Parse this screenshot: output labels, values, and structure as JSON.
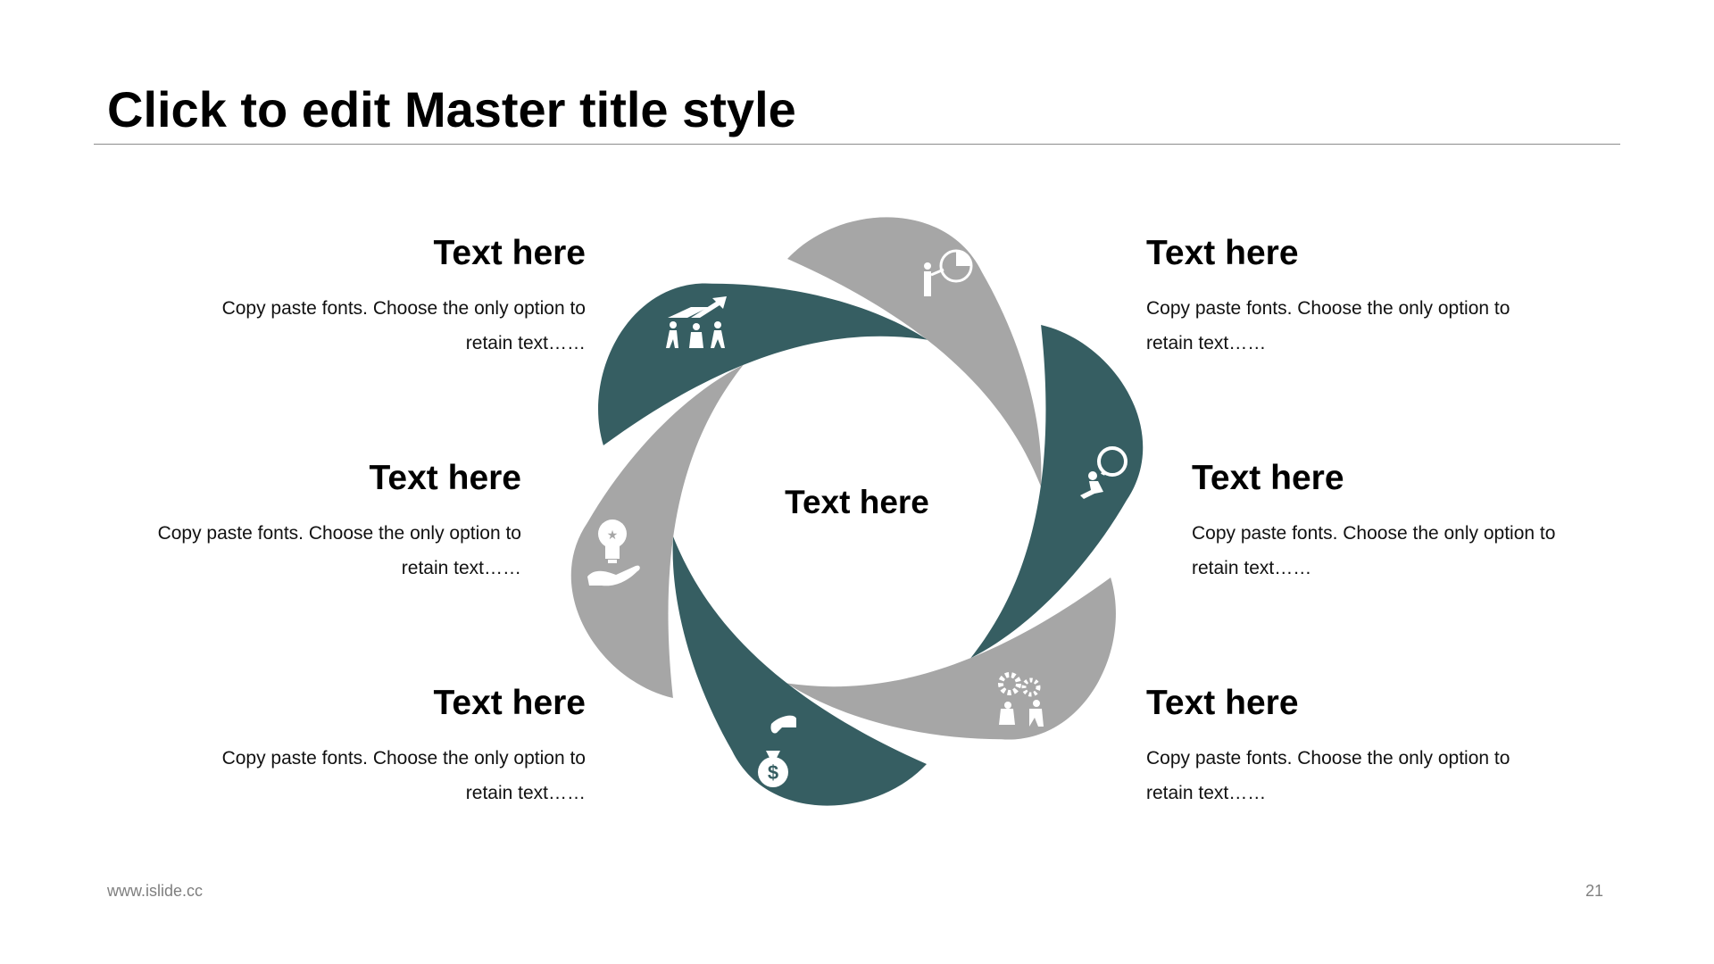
{
  "title": "Click to edit Master title style",
  "center_label": "Text here",
  "colors": {
    "dark": "#365e62",
    "gray": "#a6a6a6"
  },
  "items": [
    {
      "heading": "Text here",
      "body": "Copy paste fonts. Choose the only option to retain text……",
      "icon": "team-growth-arrow-icon"
    },
    {
      "heading": "Text here",
      "body": "Copy paste fonts. Choose the only option to retain text……",
      "icon": "idea-bulb-hand-icon"
    },
    {
      "heading": "Text here",
      "body": "Copy paste fonts. Choose the only option to retain text……",
      "icon": "money-bag-icon"
    },
    {
      "heading": "Text here",
      "body": "Copy paste fonts. Choose the only option to retain text……",
      "icon": "presentation-chart-icon"
    },
    {
      "heading": "Text here",
      "body": "Copy paste fonts. Choose the only option to retain text……",
      "icon": "search-person-icon"
    },
    {
      "heading": "Text here",
      "body": "Copy paste fonts. Choose the only option to retain text……",
      "icon": "teamwork-gears-icon"
    }
  ],
  "footer": {
    "website": "www.islide.cc",
    "page_number": "21"
  }
}
